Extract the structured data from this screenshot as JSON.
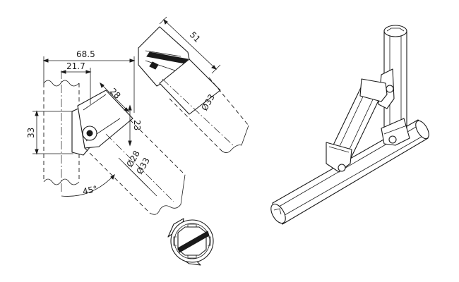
{
  "dimensions": {
    "overall_width": "68.5",
    "inner_width": "21.7",
    "height_left": "33",
    "arm_length": "28",
    "arm_offset": "23",
    "angle": "45°",
    "bore_small": "Ø28",
    "bore_large": "Ø33",
    "exploded_length": "51",
    "exploded_bore": "Ø33"
  },
  "colors": {
    "line": "#1a1a1a",
    "background": "#ffffff"
  }
}
